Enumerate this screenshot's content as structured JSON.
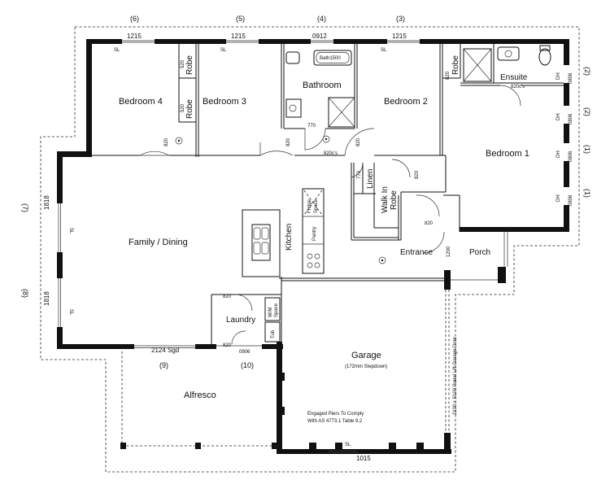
{
  "rooms": {
    "bedroom4": "Bedroom 4",
    "bedroom3": "Bedroom 3",
    "bathroom": "Bathroom",
    "bedroom2": "Bedroom 2",
    "bedroom1": "Bedroom 1",
    "ensuite": "Ensuite",
    "robe": "Robe",
    "linen": "Linen",
    "walk_in_robe_a": "Walk In",
    "walk_in_robe_b": "Robe",
    "family_dining": "Family / Dining",
    "kitchen": "Kitchen",
    "fridge_a": "Fridge",
    "fridge_b": "Space",
    "pantry": "Pantry",
    "laundry": "Laundry",
    "wm_a": "W/M",
    "wm_b": "Space",
    "tub": "Tub",
    "entrance": "Entrance",
    "porch": "Porch",
    "garage": "Garage",
    "garage_note": "(172mm Stepdown)",
    "alfresco": "Alfresco",
    "bath": "Bath1500"
  },
  "window_marks": [
    "(6)",
    "(5)",
    "(4)",
    "(3)",
    "(2)",
    "(2)",
    "(1)",
    "(1)",
    "(7)",
    "(8)",
    "(9)",
    "(10)"
  ],
  "dimensions": {
    "w1215": "1215",
    "w0912": "0912",
    "w1818": "1818",
    "w2124": "2124 Sgd",
    "w0906": "0906",
    "w1015": "1015",
    "d820": "820",
    "d770": "770",
    "d1200": "1200",
    "d820cs": "820c's",
    "w0806": "0806",
    "r520": "520",
    "sl": "SL",
    "dh": "DH"
  },
  "notes": {
    "piers_1": "Engaged Piers To Comply",
    "piers_2": "With AS 4773.1 Table 9.2",
    "garage_door": "2100 x 5100 Panel Lift Garage Door"
  }
}
